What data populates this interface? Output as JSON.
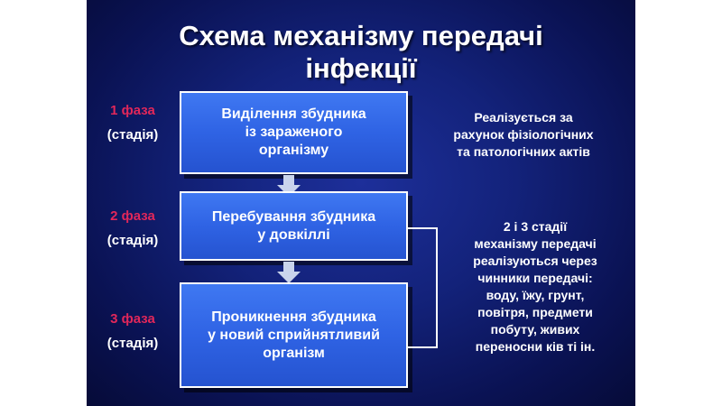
{
  "title": {
    "line1": "Схема механізму передачі",
    "line2": "інфекції"
  },
  "phases": [
    {
      "num": "1 фаза",
      "stage": "(стадія)"
    },
    {
      "num": "2 фаза",
      "stage": "(стадія)"
    },
    {
      "num": "3 фаза",
      "stage": "(стадія)"
    }
  ],
  "boxes": [
    {
      "lines": [
        "Виділення збудника",
        "із зараженого",
        "організму"
      ]
    },
    {
      "lines": [
        "Перебування збудника",
        "у довкіллі"
      ]
    },
    {
      "lines": [
        "Проникнення збудника",
        "у новий сприйнятливий",
        "організм"
      ]
    }
  ],
  "notes": {
    "top": [
      "Реалізується за",
      "рахунок фізіологічних",
      "та патологічних актів"
    ],
    "bottom": [
      "2 і 3 стадії",
      "механізму передачі",
      "реалізуються через",
      "чинники передачі:",
      "воду, їжу, грунт,",
      "повітря, предмети",
      "побуту, живих",
      "переносни ків ті ін."
    ]
  },
  "colors": {
    "phase_number": "#e2275a",
    "box_fill": "#2f63e4",
    "background": "#13227a",
    "arrow": "#c9d4ec"
  }
}
